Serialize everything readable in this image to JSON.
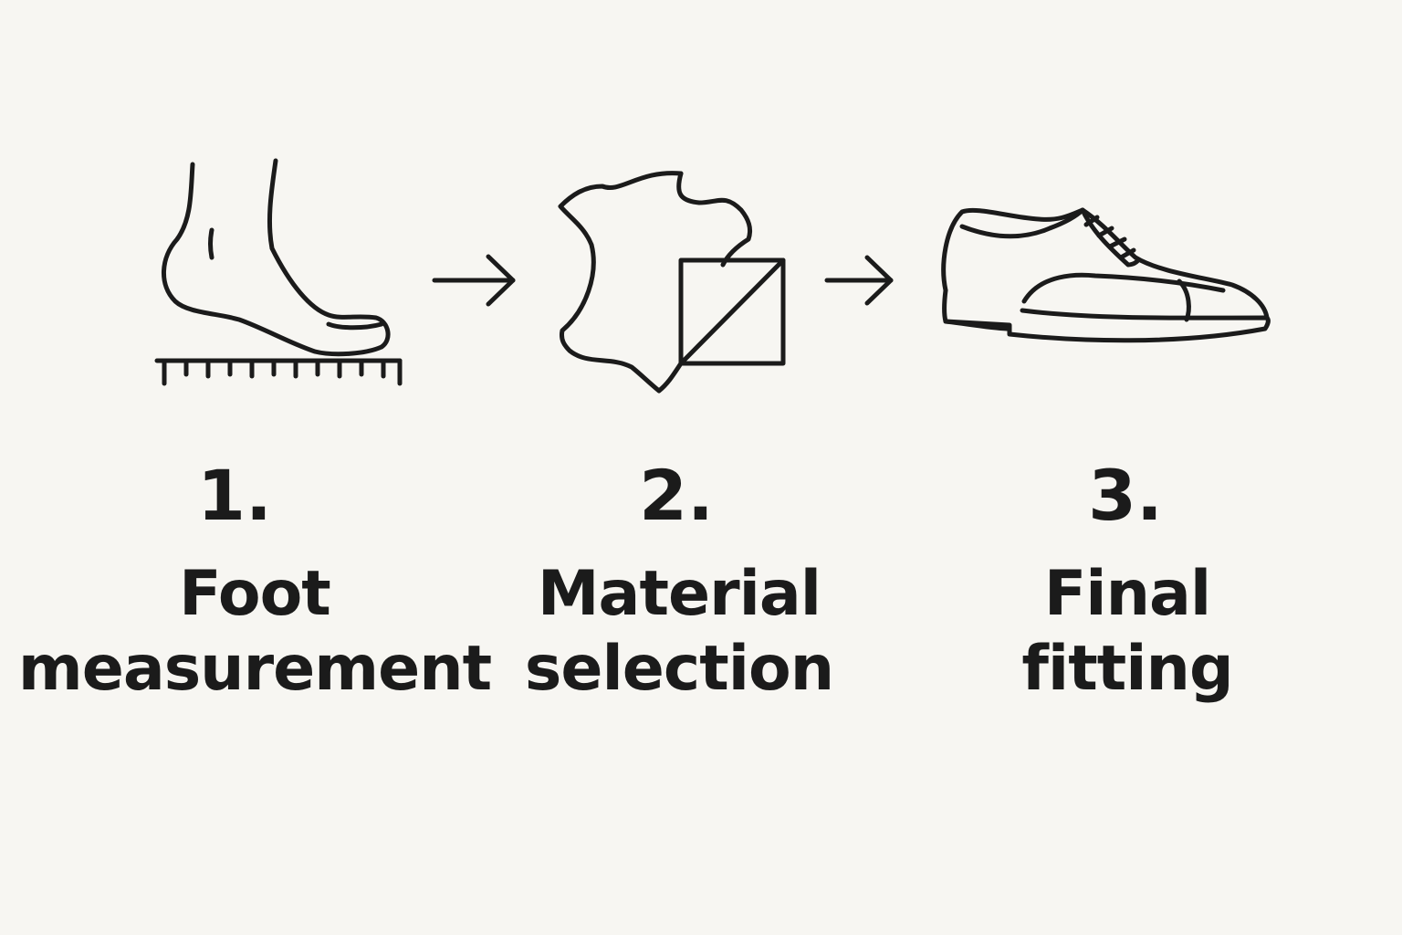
{
  "steps": [
    {
      "number": "1.",
      "label_line1": "Foot",
      "label_line2": "measurement",
      "icon": "foot-measurement-icon"
    },
    {
      "number": "2.",
      "label_line1": "Material",
      "label_line2": "selection",
      "icon": "leather-material-icon"
    },
    {
      "number": "3.",
      "label_line1": "Final",
      "label_line2": "fitting",
      "icon": "shoe-icon"
    }
  ],
  "colors": {
    "background": "#f7f6f2",
    "ink": "#1b1b1b"
  }
}
